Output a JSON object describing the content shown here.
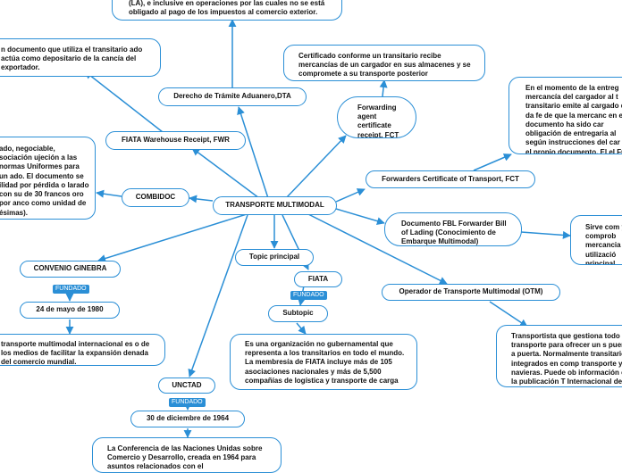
{
  "colors": {
    "link": "#2b8fd6",
    "node_border": "#2b8fd6",
    "badge_bg": "#2b8fd6"
  },
  "nodes": {
    "root": "TRANSPORTE MULTIMODAL",
    "dta": "Derecho de Trámite Aduanero,DTA",
    "dta_desc": "(LA), e inclusive en operaciones por las cuales no se está obligado al pago de los impuestos al comercio exterior.",
    "fwr": "FIATA Warehouse Receipt, FWR",
    "fwr_desc": "n documento que utiliza el transitario ado actúa como depositario de la cancía del exportador.",
    "fct": "Forwarding agent certificate receipt, FCT",
    "fct_desc": "Certificado conforme un transitario recibe mercancías de un cargador en sus almacenes y se compromete a su transporte posterior",
    "fcta": "Forwarders Certificate of Transport, FCT",
    "fcta_desc": "En el momento de la entreg mercancía del cargador al t transitario emite al cargado que da fe de que la mercanc en el documento ha sido car obligación de entregaria al según instrucciones del car en el propio documento. El el FCT al destinatario.",
    "combidoc": "COMBIDOC",
    "combidoc_desc": "ado, negociable, sociación ujeción a las normas Uniformes para un ado. El documento se ilidad por pérdida o larado con su de 30 francos oro por anco como unidad de ésimas).",
    "fbl": "Documento FBL Forwarder Bill of Lading (Conocimiento de Embarque Multimodal)",
    "fbl_desc": "Sirve com y comprob mercancia utilizació principal.",
    "topic": "Topic principal",
    "fiata": "FIATA",
    "subtopic": "Subtopic",
    "fiata_desc": "Es una organización no gubernamental que representa a los transitarios en todo el mundo. La membresía de FIATA incluye más de 105 asociaciones nacionales y más de 5,500 compañías de logística y transporte de carga",
    "otm": "Operador de Transporte Multimodal (OTM)",
    "otm_desc": "Transportista que gestiona todo de transporte para ofrecer un s puerta a puerta. Normalmente transitarios integrados en comp transporte y navieras. Puede ob información en la publicación T Internacional de Mercancías.",
    "ginebra": "CONVENIO GINEBRA",
    "ginebra_date": "24 de mayo de 1980",
    "ginebra_desc": "transporte multimodal internacional es o de los medios de facilitar la expansión denada del comercio mundial.",
    "unctad": "UNCTAD",
    "unctad_date": "30 de diciembre de 1964",
    "unctad_desc": "La Conferencia de las Naciones Unidas sobre Comercio y Desarrollo, creada en 1964 para asuntos relacionados con el"
  },
  "badges": {
    "ginebra": "FUNDADO",
    "fiata": "FUNDADO",
    "unctad": "FUNDADO"
  }
}
